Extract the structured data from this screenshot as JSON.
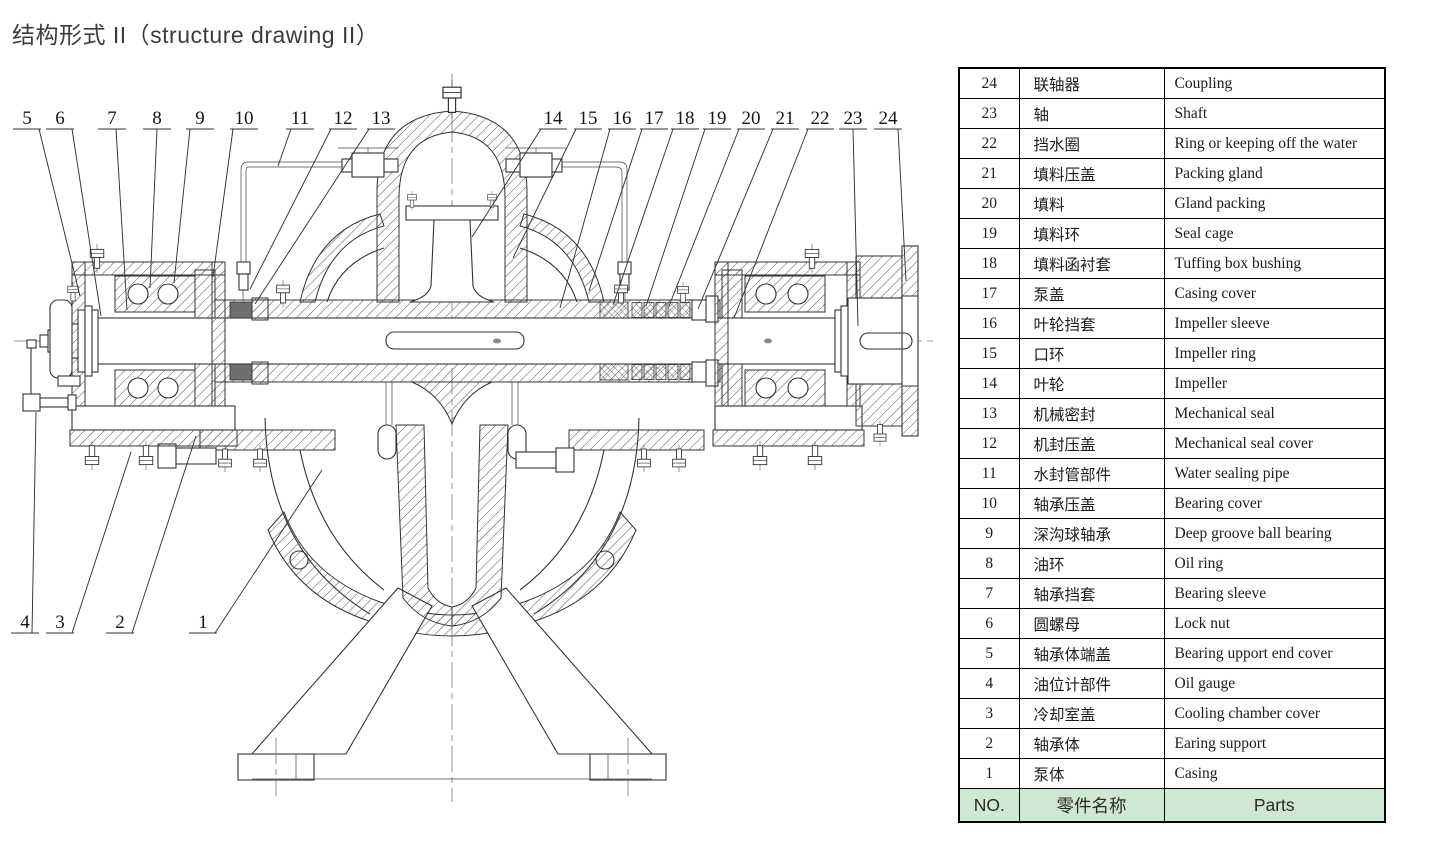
{
  "title": "结构形式 II（structure drawing II）",
  "drawing": {
    "callouts_top": [
      "5",
      "6",
      "7",
      "8",
      "9",
      "10",
      "11",
      "12",
      "13",
      "14",
      "15",
      "16",
      "17",
      "18",
      "19",
      "20",
      "21",
      "22",
      "23",
      "24"
    ],
    "callouts_bottom": [
      "4",
      "3",
      "2",
      "1"
    ]
  },
  "table": {
    "footer": {
      "no": "NO.",
      "name_cn": "零件名称",
      "parts": "Parts"
    },
    "footer_bg_color": "#cfe8d5",
    "rows": [
      {
        "no": "24",
        "name_cn": "联轴器",
        "parts": "Coupling"
      },
      {
        "no": "23",
        "name_cn": "轴",
        "parts": "Shaft"
      },
      {
        "no": "22",
        "name_cn": "挡水圈",
        "parts": "Ring or keeping off the water"
      },
      {
        "no": "21",
        "name_cn": "填料压盖",
        "parts": "Packing gland"
      },
      {
        "no": "20",
        "name_cn": "填料",
        "parts": "Gland packing"
      },
      {
        "no": "19",
        "name_cn": "填料环",
        "parts": "Seal cage"
      },
      {
        "no": "18",
        "name_cn": "填料函衬套",
        "parts": "Tuffing box bushing"
      },
      {
        "no": "17",
        "name_cn": "泵盖",
        "parts": "Casing cover"
      },
      {
        "no": "16",
        "name_cn": "叶轮挡套",
        "parts": "Impeller sleeve"
      },
      {
        "no": "15",
        "name_cn": "口环",
        "parts": "Impeller ring"
      },
      {
        "no": "14",
        "name_cn": "叶轮",
        "parts": "Impeller"
      },
      {
        "no": "13",
        "name_cn": "机械密封",
        "parts": "Mechanical seal"
      },
      {
        "no": "12",
        "name_cn": "机封压盖",
        "parts": "Mechanical seal cover"
      },
      {
        "no": "11",
        "name_cn": "水封管部件",
        "parts": "Water sealing pipe"
      },
      {
        "no": "10",
        "name_cn": "轴承压盖",
        "parts": "Bearing cover"
      },
      {
        "no": "9",
        "name_cn": "深沟球轴承",
        "parts": "Deep groove ball bearing"
      },
      {
        "no": "8",
        "name_cn": "油环",
        "parts": "Oil ring"
      },
      {
        "no": "7",
        "name_cn": "轴承挡套",
        "parts": "Bearing sleeve"
      },
      {
        "no": "6",
        "name_cn": "圆螺母",
        "parts": "Lock nut"
      },
      {
        "no": "5",
        "name_cn": "轴承体端盖",
        "parts": "Bearing upport end cover"
      },
      {
        "no": "4",
        "name_cn": "油位计部件",
        "parts": "Oil gauge"
      },
      {
        "no": "3",
        "name_cn": "冷却室盖",
        "parts": "Cooling chamber cover"
      },
      {
        "no": "2",
        "name_cn": "轴承体",
        "parts": "Earing support"
      },
      {
        "no": "1",
        "name_cn": "泵体",
        "parts": "Casing"
      }
    ]
  }
}
